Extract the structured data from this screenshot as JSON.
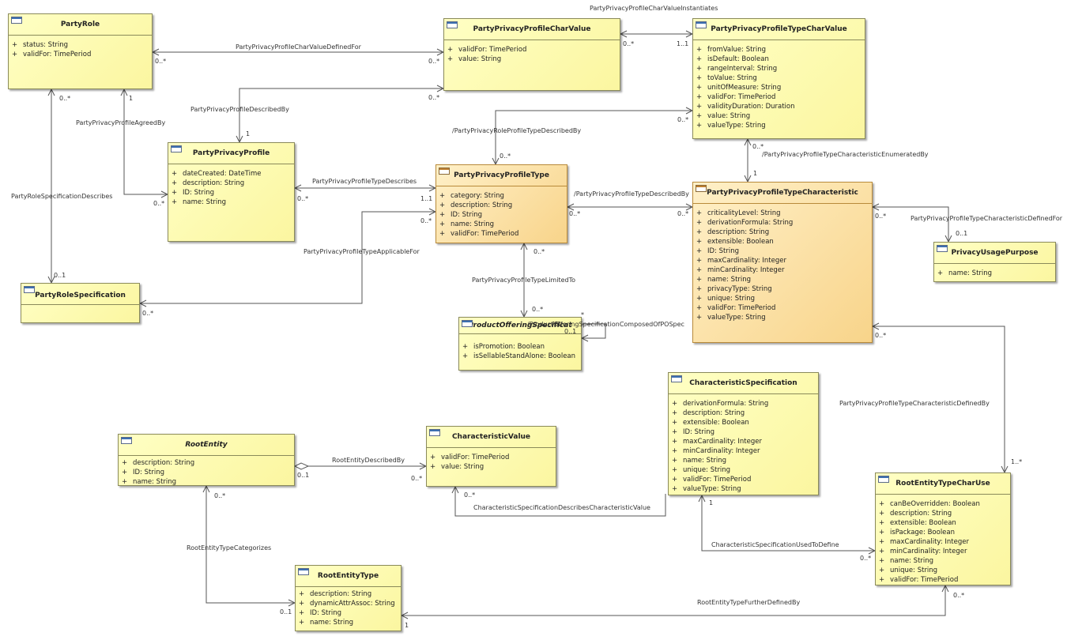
{
  "classes": {
    "party_role": {
      "name": "PartyRole",
      "attributes": [
        "status: String",
        "validFor: TimePeriod"
      ]
    },
    "ppp_char_value": {
      "name": "PartyPrivacyProfileCharValue",
      "attributes": [
        "validFor: TimePeriod",
        "value: String"
      ]
    },
    "pppt_char_value": {
      "name": "PartyPrivacyProfileTypeCharValue",
      "attributes": [
        "fromValue: String",
        "isDefault: Boolean",
        "rangeInterval: String",
        "toValue: String",
        "unitOfMeasure: String",
        "validFor: TimePeriod",
        "validityDuration: Duration",
        "value: String",
        "valueType: String"
      ]
    },
    "party_privacy_profile": {
      "name": "PartyPrivacyProfile",
      "attributes": [
        "dateCreated: DateTime",
        "description: String",
        "ID: String",
        "name: String"
      ]
    },
    "ppp_type": {
      "name": "PartyPrivacyProfileType",
      "attributes": [
        "category: String",
        "description: String",
        "ID: String",
        "name: String",
        "validFor: TimePeriod"
      ]
    },
    "pppt_characteristic": {
      "name": "PartyPrivacyProfileTypeCharacteristic",
      "attributes": [
        "criticalityLevel: String",
        "derivationFormula: String",
        "description: String",
        "extensible: Boolean",
        "ID: String",
        "maxCardinality: Integer",
        "minCardinality: Integer",
        "name: String",
        "privacyType: String",
        "unique: String",
        "validFor: TimePeriod",
        "valueType: String"
      ]
    },
    "privacy_usage_purpose": {
      "name": "PrivacyUsagePurpose",
      "attributes": [
        "name: String"
      ]
    },
    "party_role_spec": {
      "name": "PartyRoleSpecification",
      "attributes": []
    },
    "product_offering_spec": {
      "name": "ProductOfferingSpecificat",
      "attributes": [
        "isPromotion: Boolean",
        "isSellableStandAlone: Boolean"
      ]
    },
    "characteristic_spec": {
      "name": "CharacteristicSpecification",
      "attributes": [
        "derivationFormula: String",
        "description: String",
        "extensible: Boolean",
        "ID: String",
        "maxCardinality: Integer",
        "minCardinality: Integer",
        "name: String",
        "unique: String",
        "validFor: TimePeriod",
        "valueType: String"
      ]
    },
    "root_entity": {
      "name": "RootEntity",
      "attributes": [
        "description: String",
        "ID: String",
        "name: String"
      ]
    },
    "characteristic_value": {
      "name": "CharacteristicValue",
      "attributes": [
        "validFor: TimePeriod",
        "value: String"
      ]
    },
    "root_entity_type": {
      "name": "RootEntityType",
      "attributes": [
        "description: String",
        "dynamicAttrAssoc: String",
        "ID: String",
        "name: String"
      ]
    },
    "root_entity_type_char_use": {
      "name": "RootEntityTypeCharUse",
      "attributes": [
        "canBeOverridden: Boolean",
        "description: String",
        "extensible: Boolean",
        "isPackage: Boolean",
        "maxCardinality: Integer",
        "minCardinality: Integer",
        "name: String",
        "unique: String",
        "validFor: TimePeriod"
      ]
    }
  },
  "visibility": "+",
  "associations": {
    "ppp_char_value_instantiates": "PartyPrivacyProfileCharValueInstantiates",
    "ppp_char_value_defined_for": "PartyPrivacyProfileCharValueDefinedFor",
    "ppp_described_by": "PartyPrivacyProfileDescribedBy",
    "ppp_agreed_by": "PartyPrivacyProfileAgreedBy",
    "party_role_spec_describes": "PartyRoleSpecificationDescribes",
    "ppp_role_profile_type_described_by": "/PartyPrivacyRoleProfileTypeDescribedBy",
    "pppt_describes": "PartyPrivacyProfileTypeDescribes",
    "pppt_described_by": "/PartyPrivacyProfileTypeDescribedBy",
    "pppt_char_enumerated_by": "/PartyPrivacyProfileTypeCharacteristicEnumeratedBy",
    "pppt_char_defined_for": "PartyPrivacyProfileTypeCharacteristicDefinedFor",
    "pppt_applicable_for": "PartyPrivacyProfileTypeApplicableFor",
    "pppt_limited_to": "PartyPrivacyProfileTypeLimitedTo",
    "pos_composed_of": "/ProductOfferingSpecificationComposedOfPOSpec",
    "pppt_char_defined_by": "PartyPrivacyProfileTypeCharacteristicDefinedBy",
    "root_entity_described_by": "RootEntityDescribedBy",
    "char_spec_describes_char_value": "CharacteristicSpecificationDescribesCharacteristicValue",
    "root_entity_type_categorizes": "RootEntityTypeCategorizes",
    "char_spec_used_to_define": "CharacteristicSpecificationUsedToDefine",
    "root_entity_type_further_defined_by": "RootEntityTypeFurtherDefinedBy"
  },
  "multiplicities": {
    "m01": "0..*",
    "m02": "0..*",
    "m03": "0..*",
    "m04": "1..1",
    "m05": "0..*",
    "m06": "0..*",
    "m07": "1",
    "m08": "1",
    "m09": "0..*",
    "m10": "0..1",
    "m11": "0..*",
    "m12": "1..1",
    "m13": "0..*",
    "m14": "0..*",
    "m15": "0..*",
    "m16": "0..*",
    "m17": "0..*",
    "m18": "0..*",
    "m19": "1",
    "m20": "0..*",
    "m21": "0..1",
    "m22": "0..*",
    "m23": "0..*",
    "m24": "0..*",
    "m25": "*",
    "m26": "0..1",
    "m27": "0..*",
    "m28": "1..*",
    "m29": "0..1",
    "m30": "0..*",
    "m31": "0..*",
    "m32": "1",
    "m33": "0..*",
    "m34": "0..1",
    "m35": "1",
    "m36": "0..*"
  }
}
